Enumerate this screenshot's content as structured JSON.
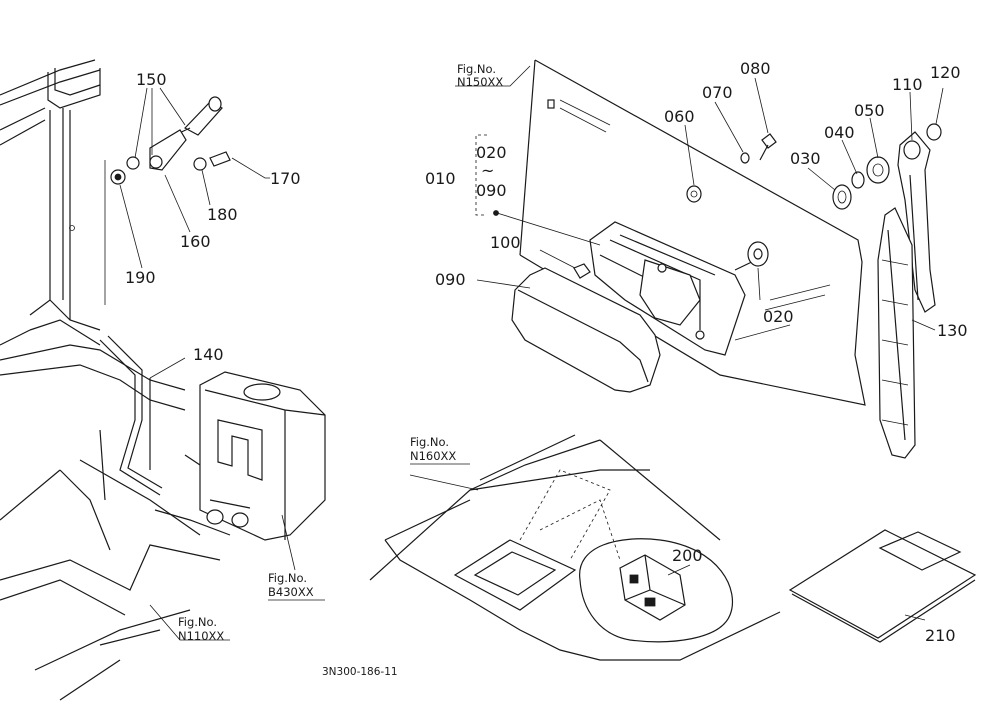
{
  "figure_refs": {
    "n150": {
      "line1": "Fig.No.",
      "line2": "N150XX"
    },
    "n160": {
      "line1": "Fig.No.",
      "line2": "N160XX"
    },
    "b430": {
      "line1": "Fig.No.",
      "line2": "B430XX"
    },
    "n110": {
      "line1": "Fig.No.",
      "line2": "N110XX"
    }
  },
  "part_numbers": {
    "p010": "010",
    "p020_range_start": "020",
    "p_range_tilde": "~",
    "p090_range_end": "090",
    "p020": "020",
    "p030": "030",
    "p040": "040",
    "p050": "050",
    "p060": "060",
    "p070": "070",
    "p080": "080",
    "p090": "090",
    "p100": "100",
    "p110": "110",
    "p120": "120",
    "p130": "130",
    "p140": "140",
    "p150": "150",
    "p160": "160",
    "p170": "170",
    "p180": "180",
    "p190": "190",
    "p200": "200",
    "p210": "210"
  },
  "drawing_code": "3N300-186-11"
}
